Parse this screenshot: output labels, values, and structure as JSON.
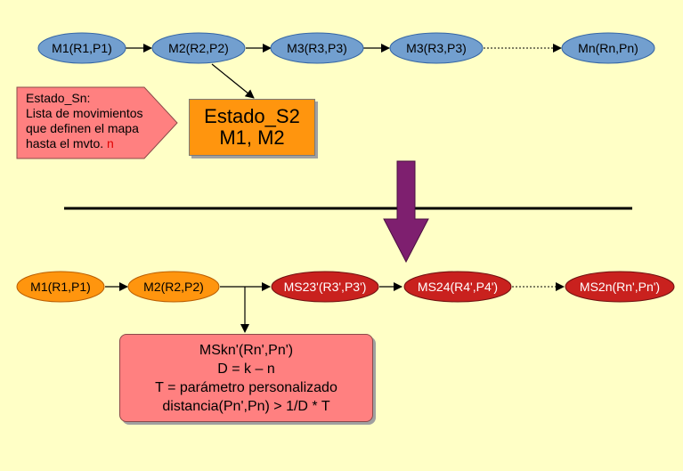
{
  "top_chain": {
    "nodes": [
      "M1(R1,P1)",
      "M2(R2,P2)",
      "M3(R3,P3)",
      "M3(R3,P3)",
      "Mn(Rn,Pn)"
    ]
  },
  "callout": {
    "line1": "Estado_Sn:",
    "line2": "Lista de movimientos",
    "line3": "que definen el mapa",
    "line4_prefix": "hasta el mvto.",
    "line4_highlight": "n"
  },
  "state_box": {
    "title": "Estado_S2",
    "subtitle": "M1, M2"
  },
  "bottom_chain": {
    "nodes": [
      "M1(R1,P1)",
      "M2(R2,P2)",
      "MS23'(R3',P3')",
      "MS24(R4',P4')",
      "MS2n(Rn',Pn')"
    ]
  },
  "info_box": {
    "line1": "MSkn'(Rn',Pn')",
    "line2": "D = k – n",
    "line3": "T = parámetro personalizado",
    "line4": "distancia(Pn',Pn) > 1/D * T"
  },
  "colors": {
    "background": "#ffffc6",
    "blue_node": "#729fcf",
    "orange_node": "#ff950e",
    "red_node": "#c9211e",
    "pink_box": "#ff8080",
    "purple_arrow": "#7e1f6f"
  }
}
